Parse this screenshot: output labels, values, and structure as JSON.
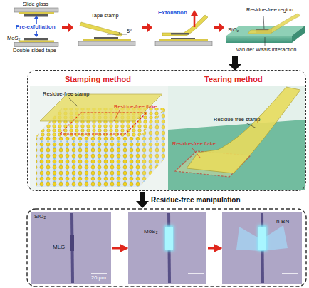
{
  "diagram": {
    "nodes": [
      {
        "text": [
          "Stamping method",
          "Tearing method"
        ]
      },
      {
        "text": [
          "SiO₂",
          "MLG",
          "20 μm"
        ]
      },
      {
        "text": [
          "MoS₂"
        ]
      },
      {
        "text": [
          "h-BN"
        ]
      }
    ],
    "edges": [
      {
        "from": 1,
        "to": 2,
        "arrow": "to"
      },
      {
        "from": 2,
        "to": 3,
        "arrow": "to"
      }
    ],
    "labels": [
      "Slide glass",
      "Pre-exfoliation",
      "MoS₂",
      "Double-sided tape",
      "Tape stamp",
      "5°",
      "Exfoliation",
      "Residue-free region",
      "SiO₂",
      "van der Waals interaction",
      "Residue-free stamp",
      "Residue-free flake",
      "Residue-free stamp",
      "Residue-free flake",
      "Residue-free manipulation"
    ]
  }
}
